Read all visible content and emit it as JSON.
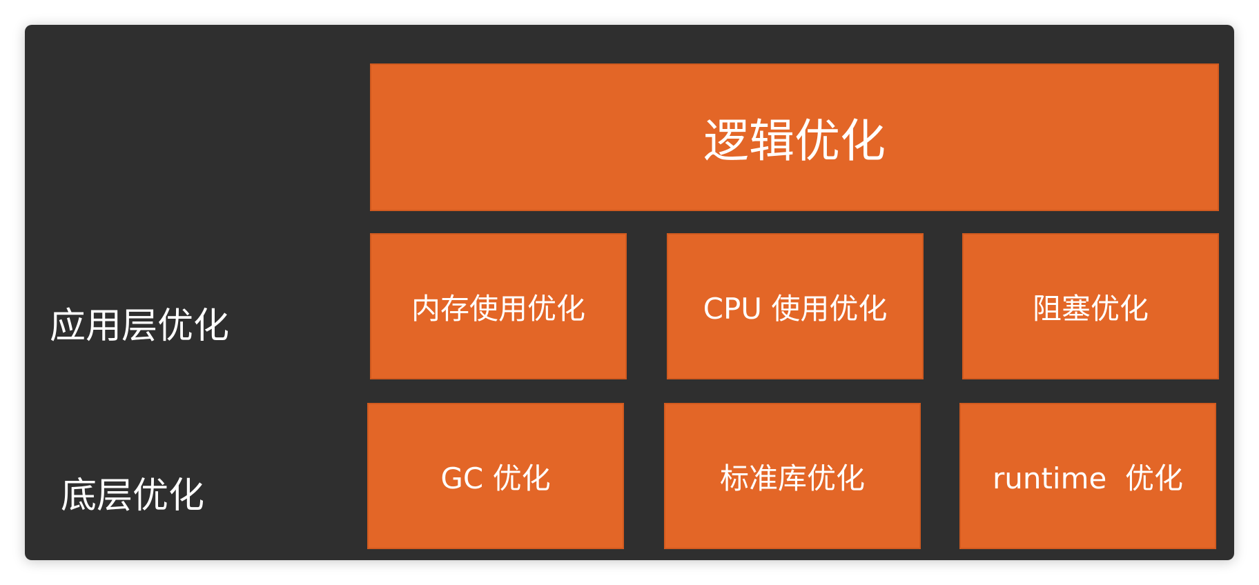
{
  "layers": {
    "app_label": "应用层优化",
    "base_label": "底层优化"
  },
  "blocks": {
    "logic": "逻辑优化",
    "memory": "内存使用优化",
    "cpu": "CPU 使用优化",
    "blocking": "阻塞优化",
    "gc": "GC 优化",
    "stdlib": "标准库优化",
    "runtime": "runtime  优化"
  },
  "colors": {
    "panel_background": "#2f2f2f",
    "block_fill": "#e36627",
    "text": "#ffffff"
  }
}
